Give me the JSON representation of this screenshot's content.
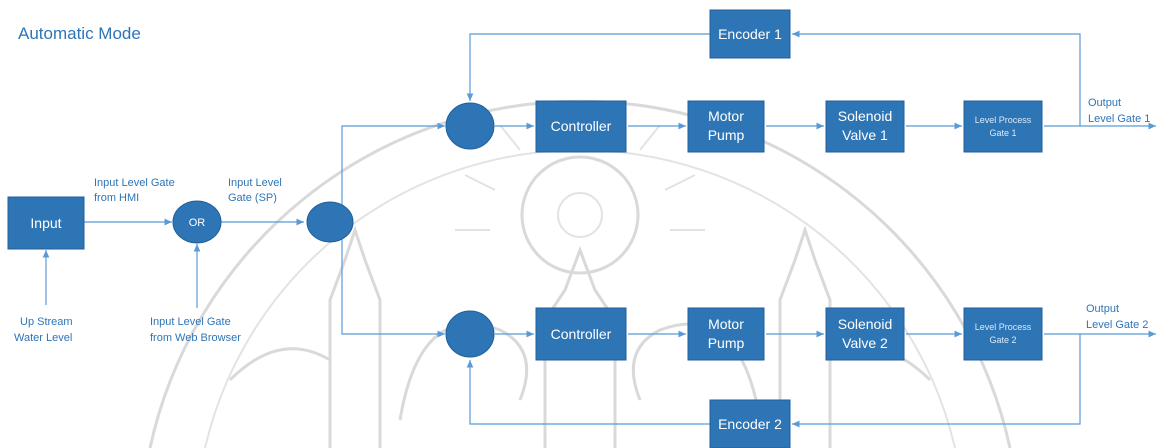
{
  "title": "Automatic Mode",
  "colors": {
    "box_fill": "#2e75b6",
    "box_edge": "#1f5f99",
    "line": "#5b9bd5",
    "label": "#2e75b6",
    "watermark": "#d9d9d9"
  },
  "watermark_icon": "university-seal-watermark",
  "nodes": {
    "input": "Input",
    "or": "OR",
    "encoder1": "Encoder 1",
    "encoder2": "Encoder 2",
    "controller1": "Controller",
    "controller2": "Controller",
    "motor1": [
      "Motor",
      "Pump"
    ],
    "motor2": [
      "Motor",
      "Pump"
    ],
    "solenoid1": [
      "Solenoid",
      "Valve 1"
    ],
    "solenoid2": [
      "Solenoid",
      "Valve 2"
    ],
    "process1": [
      "Level Process",
      "Gate 1"
    ],
    "process2": [
      "Level Process",
      "Gate 2"
    ]
  },
  "labels": {
    "hmi": [
      "Input Level Gate",
      "from HMI"
    ],
    "sp": [
      "Input Level",
      "Gate (SP)"
    ],
    "upstream": [
      "Up Stream",
      "Water Level"
    ],
    "web": [
      "Input Level Gate",
      "from Web Browser"
    ],
    "out1": [
      "Output",
      "Level Gate 1"
    ],
    "out2": [
      "Output",
      "Level Gate 2"
    ]
  }
}
